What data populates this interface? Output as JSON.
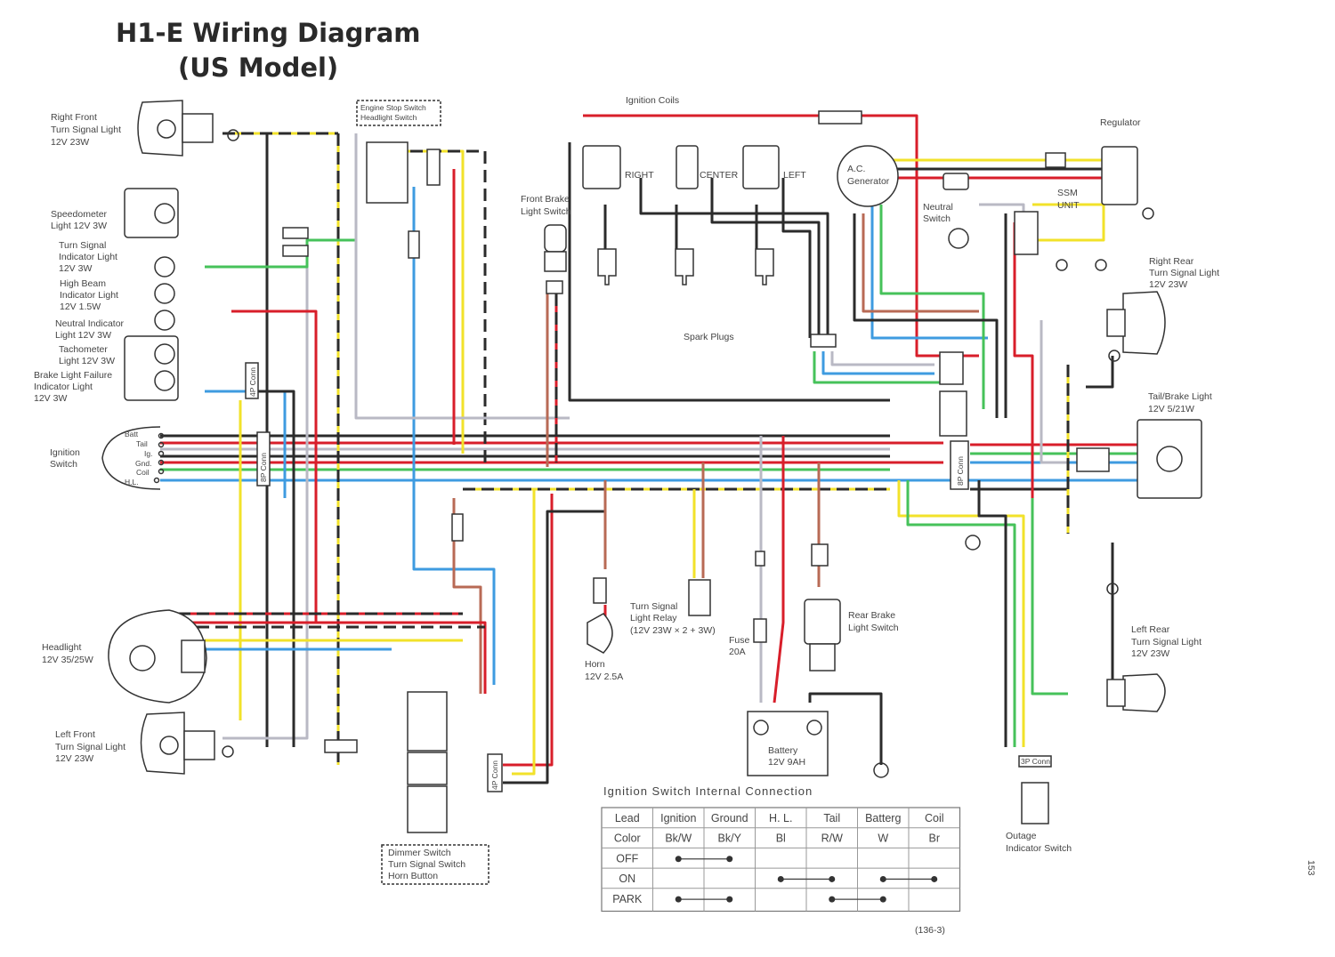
{
  "title": {
    "line1": "H1-E  Wiring Diagram",
    "line2": "(US Model)"
  },
  "labels": {
    "right_front": [
      "Right Front",
      "Turn Signal Light",
      "12V 23W"
    ],
    "speedometer": [
      "Speedometer",
      "Light 12V 3W"
    ],
    "turn_indicator": [
      "Turn Signal",
      "Indicator Light",
      "12V 3W"
    ],
    "high_beam": [
      "High Beam",
      "Indicator Light",
      "12V 1.5W"
    ],
    "neutral_indicator": [
      "Neutral Indicator",
      "Light 12V 3W"
    ],
    "tachometer": [
      "Tachometer",
      "Light 12V 3W"
    ],
    "brake_failure": [
      "Brake Light Failure",
      "Indicator Light",
      "12V 3W"
    ],
    "ignition_switch": [
      "Ignition",
      "Switch"
    ],
    "switch_terminals": [
      "Batt",
      "Tail",
      "Ig.",
      "Gnd.",
      "Coil",
      "H.L."
    ],
    "headlight": [
      "Headlight",
      "12V 35/25W"
    ],
    "left_front": [
      "Left Front",
      "Turn Signal Light",
      "12V 23W"
    ],
    "engine_stop": [
      "Engine Stop Switch",
      "Headlight Switch"
    ],
    "dimmer": [
      "Dimmer   Switch",
      "Turn   Signal   Switch",
      "Horn   Button"
    ],
    "ignition_coils": "Ignition Coils",
    "coil_names": [
      "RIGHT",
      "CENTER",
      "LEFT"
    ],
    "front_brake": [
      "Front Brake",
      "Light Switch"
    ],
    "spark_plugs": "Spark Plugs",
    "ac_generator": [
      "A.C.",
      "Generator"
    ],
    "neutral_switch": [
      "Neutral",
      "Switch"
    ],
    "regulator": "Regulator",
    "ssm_unit": [
      "SSM",
      "UNIT"
    ],
    "right_rear": [
      "Right Rear",
      "Turn Signal Light",
      "12V 23W"
    ],
    "tail_brake": [
      "Tail/Brake Light",
      "12V 5/21W"
    ],
    "left_rear": [
      "Left Rear",
      "Turn Signal Light",
      "12V 23W"
    ],
    "outage": [
      "Outage",
      "Indicator Switch"
    ],
    "turn_relay": [
      "Turn Signal",
      "Light Relay",
      "(12V 23W × 2 + 3W)"
    ],
    "horn": [
      "Horn",
      "12V 2.5A"
    ],
    "fuse": [
      "Fuse",
      "20A"
    ],
    "rear_brake": [
      "Rear Brake",
      "Light Switch"
    ],
    "battery": [
      "Battery",
      "12V 9AH"
    ],
    "conn_4p": "4P Conn",
    "conn_8p": "8P Conn",
    "conn_3p": "3P Conn",
    "page_number": "153",
    "figure_code": "(136-3)"
  },
  "table": {
    "caption": "Ignition  Switch  Internal  Connection",
    "header": [
      "Lead",
      "Ignition",
      "Ground",
      "H. L.",
      "Tail",
      "Batterg",
      "Coil"
    ],
    "colors": [
      "Color",
      "Bk/W",
      "Bk/Y",
      "Bl",
      "R/W",
      "W",
      "Br"
    ],
    "rows": [
      {
        "label": "OFF",
        "links": [
          [
            1,
            2
          ]
        ]
      },
      {
        "label": "ON",
        "links": [
          [
            3,
            4
          ],
          [
            5,
            6
          ]
        ]
      },
      {
        "label": "PARK",
        "links": [
          [
            1,
            2
          ],
          [
            4,
            5
          ]
        ]
      }
    ]
  },
  "colors": {
    "black": "#2b2b2b",
    "red": "#d81e2a",
    "yellow": "#f2e22a",
    "blue": "#3e9be0",
    "green": "#46c25a",
    "brown": "#b86a55",
    "grey": "#b9b9c4"
  }
}
